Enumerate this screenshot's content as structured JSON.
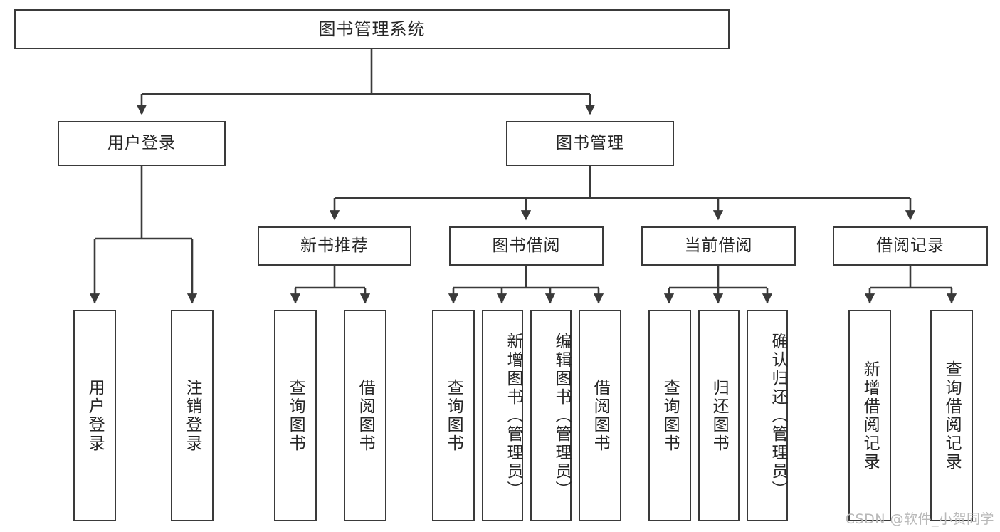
{
  "diagram": {
    "type": "tree-hierarchy-chart",
    "title": "图书管理系统",
    "stroke_color": "#3a3a3a",
    "text_color": "#262626",
    "background": "#ffffff",
    "root": {
      "label": "图书管理系统"
    },
    "level2": [
      {
        "label": "用户登录"
      },
      {
        "label": "图书管理"
      }
    ],
    "level3": [
      {
        "label": "新书推荐"
      },
      {
        "label": "图书借阅"
      },
      {
        "label": "当前借阅"
      },
      {
        "label": "借阅记录"
      }
    ],
    "leaves": {
      "user_login": [
        {
          "label": "用户登录"
        },
        {
          "label": "注销登录"
        }
      ],
      "new_book_recommend": [
        {
          "label": "查询图书"
        },
        {
          "label": "借阅图书"
        }
      ],
      "book_borrow": [
        {
          "label": "查询图书"
        },
        {
          "label": "新增图书（管理员）"
        },
        {
          "label": "编辑图书（管理员）"
        },
        {
          "label": "借阅图书"
        }
      ],
      "current_borrow": [
        {
          "label": "查询图书"
        },
        {
          "label": "归还图书"
        },
        {
          "label": "确认归还（管理员）"
        }
      ],
      "borrow_record": [
        {
          "label": "新增借阅记录"
        },
        {
          "label": "查询借阅记录"
        }
      ]
    }
  },
  "watermark": {
    "text": "CSDN @软件_小贺同学"
  }
}
